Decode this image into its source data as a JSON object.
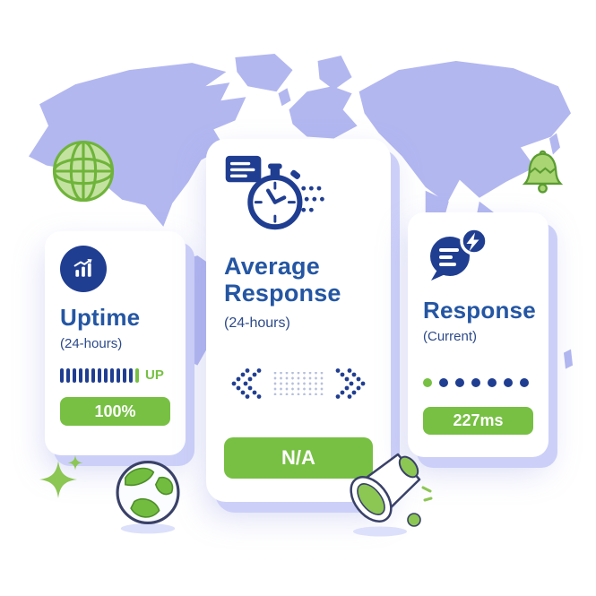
{
  "colors": {
    "map": "#b2b7f0",
    "navy": "#203e91",
    "title_blue": "#2456a3",
    "green": "#77c043",
    "light_green": "#8cc653",
    "shadow_lavender": "#ccd0f8"
  },
  "cards": {
    "uptime": {
      "title": "Uptime",
      "subtitle": "(24-hours)",
      "status_label": "UP",
      "value": "100%",
      "icon": "bar-chart-icon"
    },
    "average_response": {
      "title": "Average Response",
      "subtitle": "(24-hours)",
      "value": "N/A",
      "icon": "stopwatch-icon"
    },
    "response": {
      "title": "Response",
      "subtitle": "(Current)",
      "value": "227ms",
      "icon": "chat-lightning-icon"
    }
  },
  "decorations": [
    "world-map",
    "globe-wireframe-icon",
    "bell-icon",
    "sparkle-icon",
    "earth-globe-icon",
    "megaphone-icon"
  ]
}
